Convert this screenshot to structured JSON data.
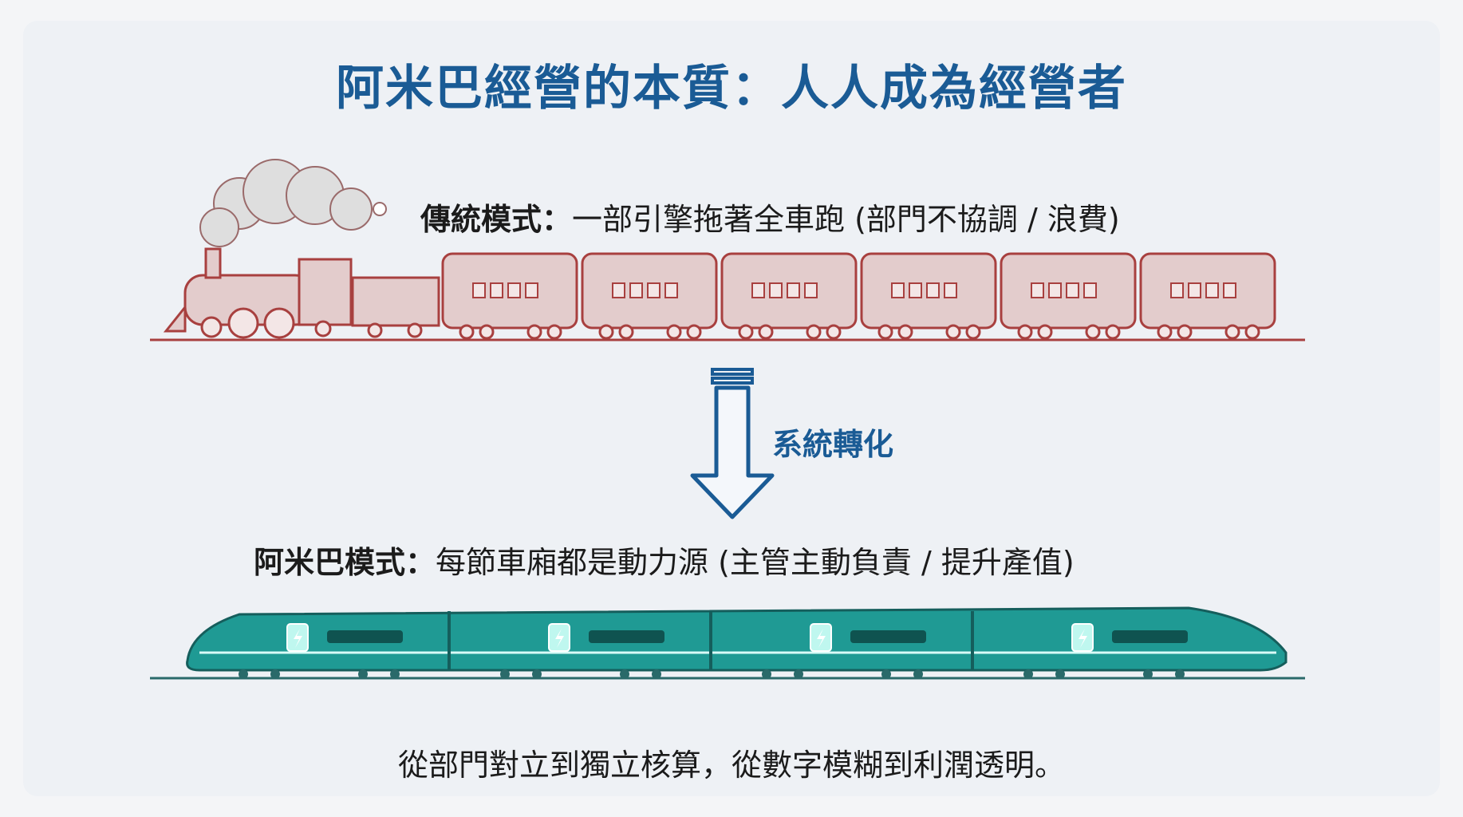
{
  "title": "阿米巴經營的本質：人人成為經營者",
  "traditional": {
    "label": "傳統模式：",
    "desc": "一部引擎拖著全車跑 (部門不協調 / 浪費)",
    "color": "#a8403f",
    "cars": 6
  },
  "transition": {
    "label": "系統轉化",
    "color": "#1a5b95"
  },
  "amoeba": {
    "label": "阿米巴模式：",
    "desc": "每節車廂都是動力源 (主管主動負責 / 提升產值)",
    "color": "#1f9a94",
    "cars": 4
  },
  "footer": "從部門對立到獨立核算，從數字模糊到利潤透明。"
}
